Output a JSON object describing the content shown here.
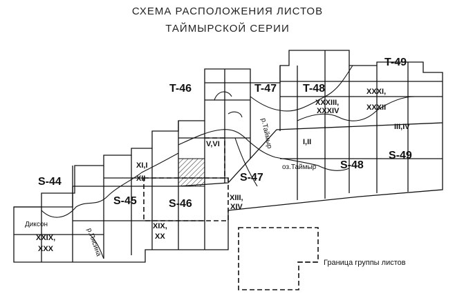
{
  "title": {
    "line1": "СХЕМА РАСПОЛОЖЕНИЯ ЛИСТОВ",
    "line2": "ТАЙМЫРСКОЙ СЕРИИ"
  },
  "zones": {
    "t46": "T-46",
    "t47": "T-47",
    "t48": "T-48",
    "t49": "T-49",
    "s44": "S-44",
    "s45": "S-45",
    "s46": "S-46",
    "s47": "S-47",
    "s48": "S-48",
    "s49": "S-49"
  },
  "sheets": {
    "v_vi": "V,VI",
    "xxxiii": "XXXIII,",
    "xxxiv": "XXXIV",
    "xxxi": "XXXI,",
    "xxxii": "XXXII",
    "iii_iv": "III,IV",
    "i_ii": "I,II",
    "xi": "XI,I",
    "xii": "XII",
    "xiii": "XIII,",
    "xiv": "XIV",
    "xix": "XIX,",
    "xx": "XX",
    "xxix": "XXIX,",
    "xxx": "XXX"
  },
  "places": {
    "dikson": "Диксон",
    "taimyr_lake": "оз.Таймыр",
    "taimyr_river": "р.Таймыр",
    "pyasina_river": "р.Пясина"
  },
  "legend": {
    "label": "Граница группы листов"
  }
}
